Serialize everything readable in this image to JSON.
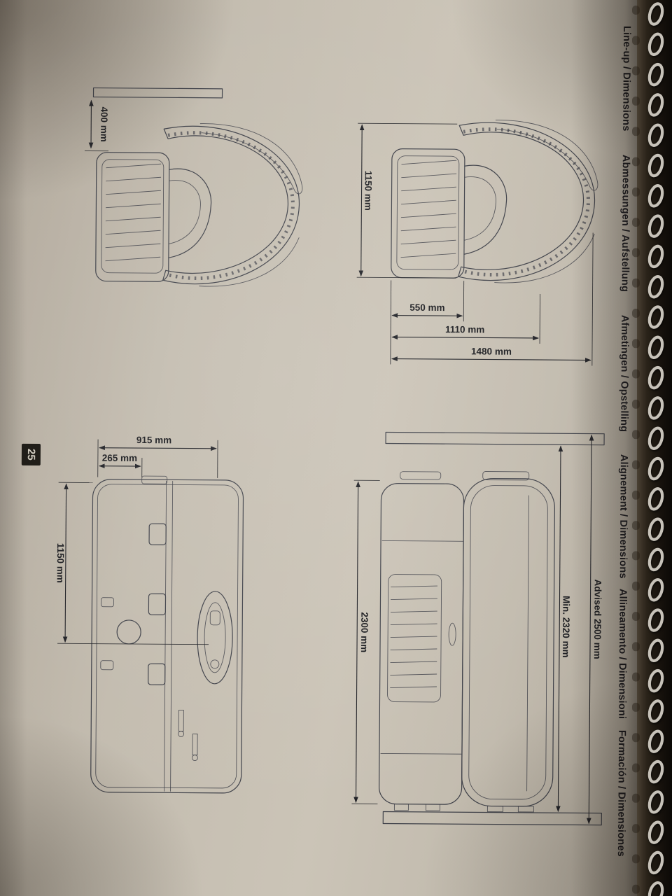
{
  "page": {
    "number": "25",
    "language_headers": [
      {
        "label": "Line-up / Dimensions"
      },
      {
        "label": "Abmessungen / Aufstellung"
      },
      {
        "label": "Afmetingen / Opstelling"
      },
      {
        "label": "Alignement / Dimensions"
      },
      {
        "label": "Allineamento / Dimensioni"
      },
      {
        "label": "Formación / Dimensiones"
      }
    ]
  },
  "diagrams": {
    "side_view_with_wall": {
      "wall_clearance": "400 mm"
    },
    "side_view_dimensions": {
      "depth": "1150 mm",
      "base_width": "550 mm",
      "body_width": "1110 mm",
      "total_width": "1480 mm"
    },
    "plan_view": {
      "width": "915 mm",
      "hinge_offset": "265 mm",
      "depth": "1150 mm"
    },
    "front_view": {
      "height": "2300 mm",
      "min_clearance": "Min. 2320 mm",
      "advised_clearance": "Advised 2500 mm"
    }
  }
}
